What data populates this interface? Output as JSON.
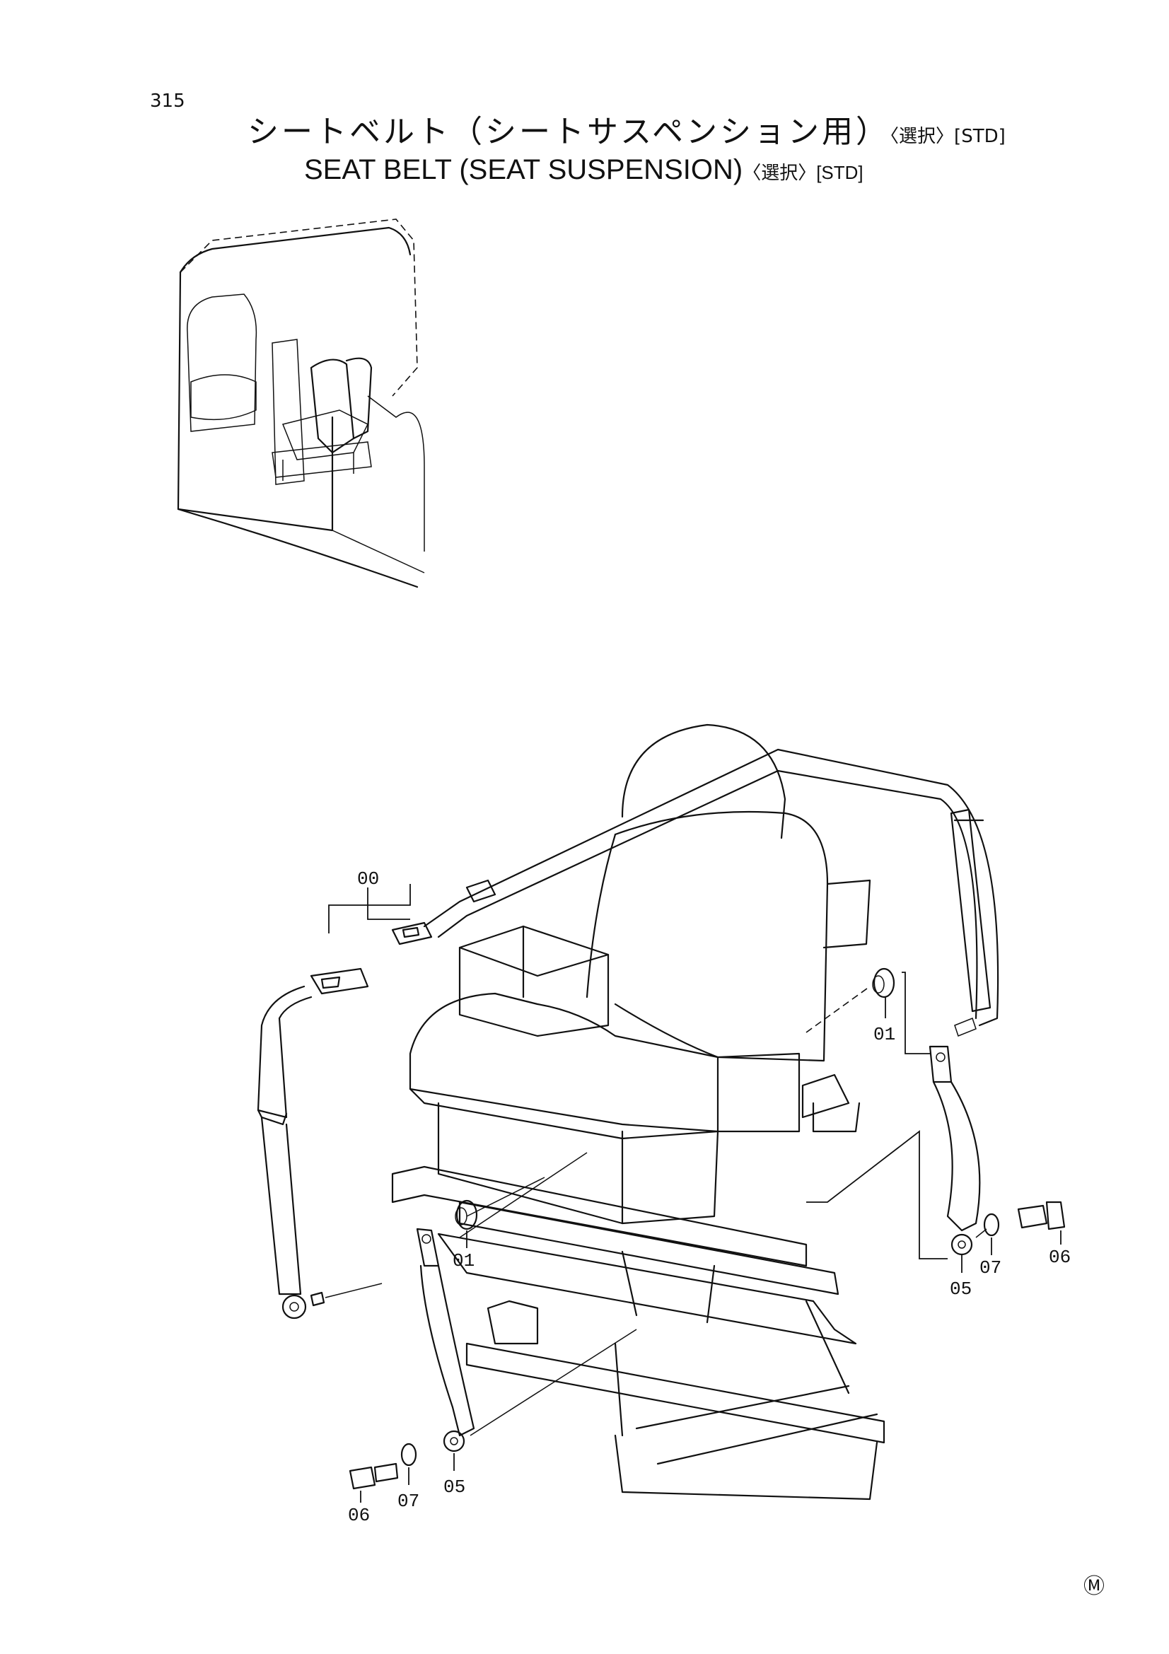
{
  "page": {
    "number": "315",
    "title_jp": "シートベルト（シートサスペンション用）",
    "title_en": "SEAT BELT (SEAT SUSPENSION)",
    "suffix": "〈選択〉[STD]",
    "mark": "Ⓜ"
  },
  "callouts": {
    "c00": "00",
    "c01_right": "01",
    "c01_left": "01",
    "c05_right": "05",
    "c05_left": "05",
    "c06_right": "06",
    "c06_left": "06",
    "c07_right": "07",
    "c07_left": "07"
  }
}
